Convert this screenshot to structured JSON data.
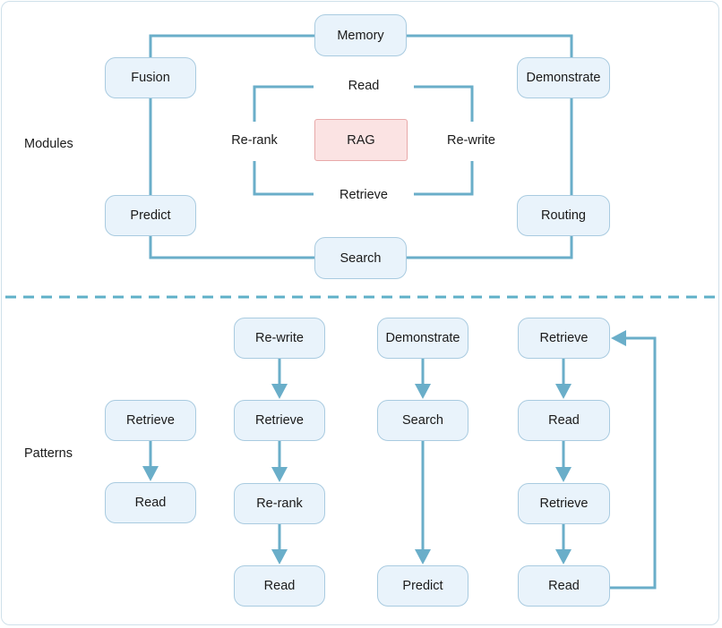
{
  "sections": {
    "modules_label": "Modules",
    "patterns_label": "Patterns"
  },
  "modules": {
    "memory": "Memory",
    "fusion": "Fusion",
    "demonstrate": "Demonstrate",
    "predict": "Predict",
    "routing": "Routing",
    "search": "Search",
    "inner": {
      "read": "Read",
      "rerank": "Re-rank",
      "rewrite": "Re-write",
      "retrieve": "Retrieve",
      "rag": "RAG"
    }
  },
  "patterns": {
    "col1": [
      "Retrieve",
      "Read"
    ],
    "col2": [
      "Re-write",
      "Retrieve",
      "Re-rank",
      "Read"
    ],
    "col3": [
      "Demonstrate",
      "Search",
      "Predict"
    ],
    "col4": [
      "Retrieve",
      "Read",
      "Retrieve",
      "Read"
    ]
  },
  "colors": {
    "connector": "#6aaec9",
    "node_fill": "#e9f3fb",
    "rag_fill": "#fbe3e3",
    "divider": "#5fb0c8"
  }
}
